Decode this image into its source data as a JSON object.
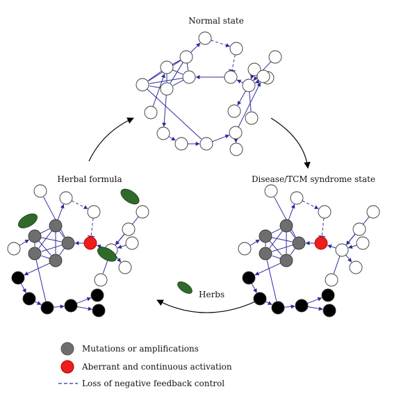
{
  "titles": {
    "normal": "Normal state",
    "disease": "Disease/TCM syndrome state",
    "herbal": "Herbal formula",
    "herbs": "Herbs"
  },
  "legend": {
    "mutations": "Mutations or amplifications",
    "aberrant": "Aberrant and continuous activation",
    "loss": "Loss of negative feedback control"
  },
  "colors": {
    "edge": "#2b2b9e",
    "node_stroke": "#333333",
    "normal": "#ffffff",
    "mutation": "#6e6e6e",
    "aberrant": "#ee1c1c",
    "downstream": "#000000",
    "leaf": "#2f6a2a"
  },
  "networks": [
    {
      "id": "normal",
      "nodes": [
        {
          "id": "a",
          "type": "normal"
        },
        {
          "id": "b",
          "type": "normal"
        },
        {
          "id": "c",
          "type": "normal"
        },
        {
          "id": "d",
          "type": "normal"
        },
        {
          "id": "e",
          "type": "normal"
        },
        {
          "id": "f",
          "type": "normal"
        },
        {
          "id": "g",
          "type": "normal"
        },
        {
          "id": "h",
          "type": "normal"
        },
        {
          "id": "i",
          "type": "normal"
        },
        {
          "id": "j",
          "type": "normal"
        },
        {
          "id": "k",
          "type": "normal"
        },
        {
          "id": "l",
          "type": "normal"
        },
        {
          "id": "m",
          "type": "normal"
        },
        {
          "id": "n",
          "type": "normal"
        },
        {
          "id": "o",
          "type": "normal"
        },
        {
          "id": "p",
          "type": "normal"
        },
        {
          "id": "q",
          "type": "normal"
        },
        {
          "id": "r",
          "type": "normal"
        },
        {
          "id": "s",
          "type": "normal"
        },
        {
          "id": "t",
          "type": "normal"
        },
        {
          "id": "u",
          "type": "normal"
        },
        {
          "id": "v",
          "type": "normal"
        }
      ]
    },
    {
      "id": "disease",
      "nodes": [
        {
          "id": "a",
          "type": "mutation"
        },
        {
          "id": "b",
          "type": "mutation"
        },
        {
          "id": "c",
          "type": "mutation"
        },
        {
          "id": "d",
          "type": "mutation"
        },
        {
          "id": "e",
          "type": "mutation"
        },
        {
          "id": "f",
          "type": "aberrant"
        },
        {
          "id": "g",
          "type": "normal"
        },
        {
          "id": "h",
          "type": "normal"
        },
        {
          "id": "i",
          "type": "normal"
        },
        {
          "id": "j",
          "type": "normal"
        },
        {
          "id": "k",
          "type": "normal"
        },
        {
          "id": "l",
          "type": "normal"
        },
        {
          "id": "m",
          "type": "normal"
        },
        {
          "id": "n",
          "type": "normal"
        },
        {
          "id": "o",
          "type": "normal"
        },
        {
          "id": "p",
          "type": "downstream"
        },
        {
          "id": "q",
          "type": "downstream"
        },
        {
          "id": "r",
          "type": "downstream"
        },
        {
          "id": "s",
          "type": "downstream"
        },
        {
          "id": "t",
          "type": "downstream"
        },
        {
          "id": "u",
          "type": "downstream"
        },
        {
          "id": "v",
          "type": "normal"
        }
      ]
    },
    {
      "id": "herbal",
      "nodes": [
        {
          "id": "a",
          "type": "mutation"
        },
        {
          "id": "b",
          "type": "mutation"
        },
        {
          "id": "c",
          "type": "mutation"
        },
        {
          "id": "d",
          "type": "mutation"
        },
        {
          "id": "e",
          "type": "mutation"
        },
        {
          "id": "f",
          "type": "aberrant"
        },
        {
          "id": "g",
          "type": "normal"
        },
        {
          "id": "h",
          "type": "normal"
        },
        {
          "id": "i",
          "type": "normal"
        },
        {
          "id": "j",
          "type": "normal"
        },
        {
          "id": "k",
          "type": "normal"
        },
        {
          "id": "l",
          "type": "normal"
        },
        {
          "id": "m",
          "type": "normal"
        },
        {
          "id": "n",
          "type": "normal"
        },
        {
          "id": "o",
          "type": "normal"
        },
        {
          "id": "p",
          "type": "downstream"
        },
        {
          "id": "q",
          "type": "downstream"
        },
        {
          "id": "r",
          "type": "downstream"
        },
        {
          "id": "s",
          "type": "downstream"
        },
        {
          "id": "t",
          "type": "downstream"
        },
        {
          "id": "u",
          "type": "downstream"
        },
        {
          "id": "v",
          "type": "normal"
        }
      ]
    }
  ],
  "edges": [
    {
      "from": "a",
      "to": "b"
    },
    {
      "from": "a",
      "to": "c"
    },
    {
      "from": "a",
      "to": "d"
    },
    {
      "from": "a",
      "to": "e"
    },
    {
      "from": "b",
      "to": "c"
    },
    {
      "from": "b",
      "to": "d"
    },
    {
      "from": "b",
      "to": "e"
    },
    {
      "from": "c",
      "to": "d"
    },
    {
      "from": "c",
      "to": "e"
    },
    {
      "from": "d",
      "to": "e"
    },
    {
      "from": "b",
      "to": "g",
      "arrow": true
    },
    {
      "from": "g",
      "to": "h",
      "arrow": true,
      "dashed": true
    },
    {
      "from": "h",
      "to": "f",
      "dashed": true,
      "inhibit": true
    },
    {
      "from": "f",
      "to": "c",
      "arrow": true
    },
    {
      "from": "i",
      "to": "f",
      "arrow": true
    },
    {
      "from": "j",
      "to": "i",
      "arrow": true
    },
    {
      "from": "k",
      "to": "i",
      "arrow": true
    },
    {
      "from": "l",
      "to": "i",
      "arrow": true
    },
    {
      "from": "i",
      "to": "m"
    },
    {
      "from": "i",
      "to": "n",
      "arrow": true
    },
    {
      "from": "o",
      "to": "a",
      "arrow": true
    },
    {
      "from": "d",
      "to": "p",
      "arrow": true
    },
    {
      "from": "p",
      "to": "q",
      "arrow": true
    },
    {
      "from": "q",
      "to": "r",
      "arrow": true
    },
    {
      "from": "r",
      "to": "s",
      "arrow": true
    },
    {
      "from": "s",
      "to": "t",
      "arrow": true
    },
    {
      "from": "s",
      "to": "u",
      "arrow": true
    },
    {
      "from": "e",
      "to": "r"
    },
    {
      "from": "c",
      "to": "v"
    }
  ]
}
